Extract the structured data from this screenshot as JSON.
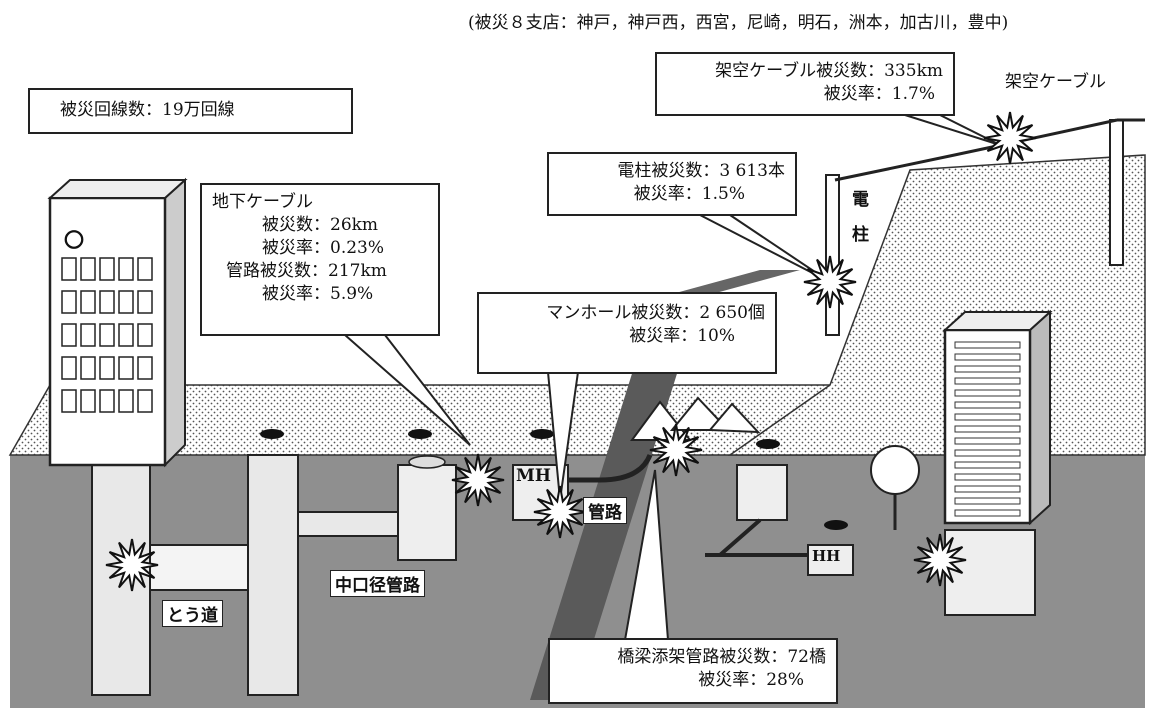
{
  "header_note": "(被災８支店：神戸，神戸西，西宮，尼崎，明石，洲本，加古川，豊中)",
  "total_lines": "被災回線数：19万回線",
  "underground_cable": {
    "title": "地下ケーブル",
    "damaged_count": "被災数：26km",
    "damage_rate": "被災率：0.23%",
    "conduit_damaged": "管路被災数：217km",
    "conduit_rate": "被災率：5.9%"
  },
  "pole": {
    "count": "電柱被災数：3 613本",
    "rate": "被災率：1.5%"
  },
  "aerial_cable": {
    "count": "架空ケーブル被災数：335km",
    "rate": "被災率：1.7%"
  },
  "manhole": {
    "count": "マンホール被災数：2 650個",
    "rate": "被災率：10%"
  },
  "bridge_conduit": {
    "count": "橋梁添架管路被災数：72橋",
    "rate": "被災率：28%"
  },
  "labels": {
    "aerial_cable": "架空ケーブル",
    "pole": "電柱",
    "mh": "MH",
    "conduit": "管路",
    "medium_conduit": "中口径管路",
    "tunnel": "とう道",
    "hh": "HH",
    "building_logo": "〇"
  }
}
